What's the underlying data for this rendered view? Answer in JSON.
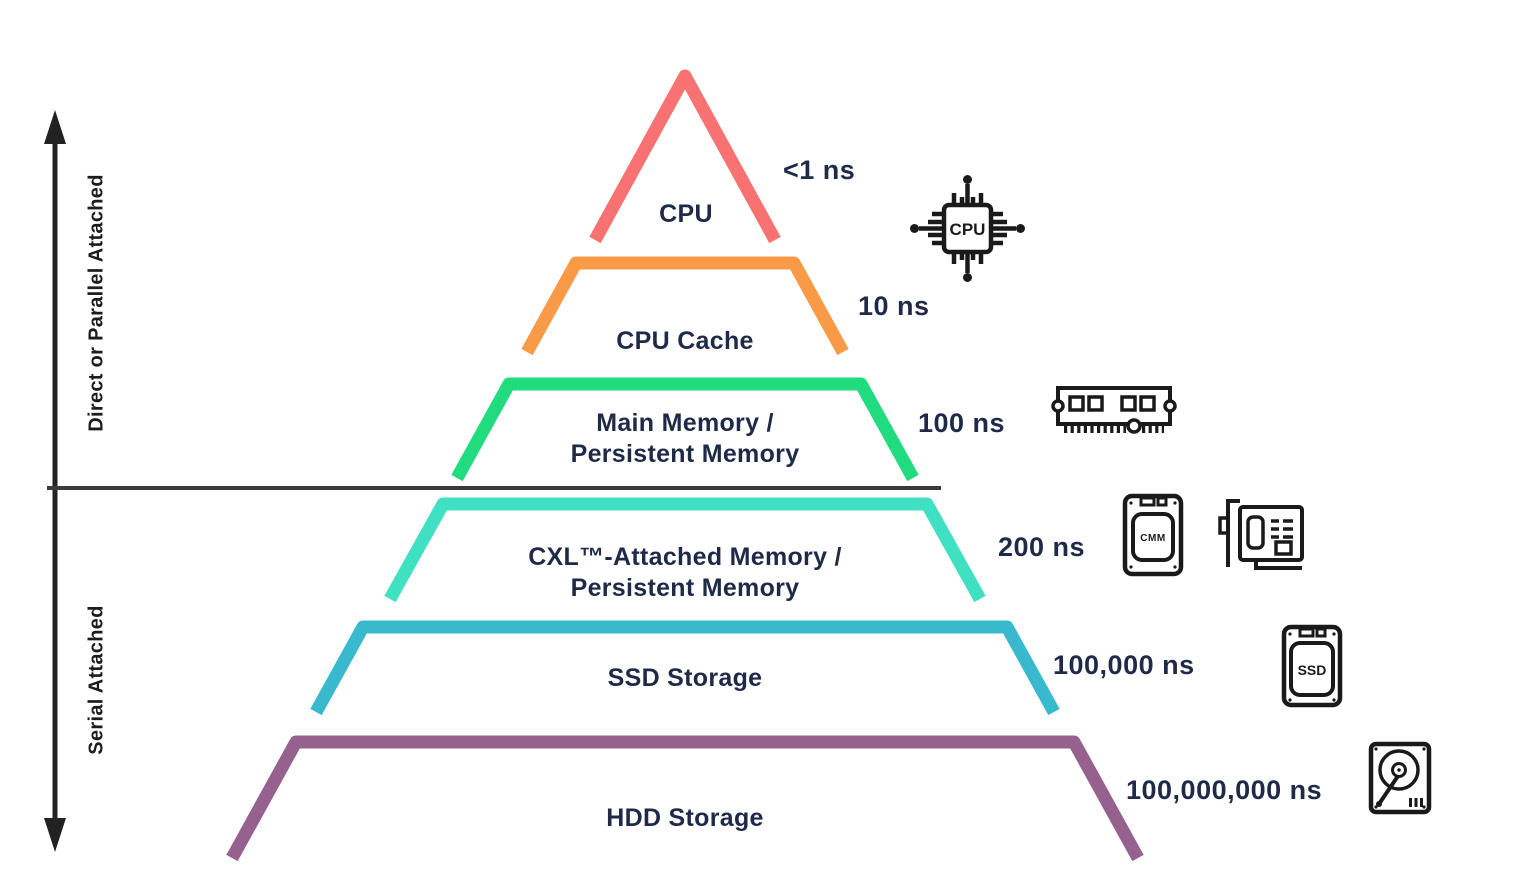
{
  "diagram": {
    "type": "memory-storage-hierarchy-pyramid",
    "axis": {
      "top_section_label": "Direct or Parallel Attached",
      "bottom_section_label": "Serial Attached"
    },
    "levels": [
      {
        "id": "cpu",
        "name_line1": "CPU",
        "name_line2": "",
        "latency": "<1 ns",
        "color": "#F97272"
      },
      {
        "id": "cpu-cache",
        "name_line1": "CPU Cache",
        "name_line2": "",
        "latency": "10 ns",
        "color": "#F99A47"
      },
      {
        "id": "main-memory",
        "name_line1": "Main Memory /",
        "name_line2": "Persistent Memory",
        "latency": "100 ns",
        "color": "#21DC7E"
      },
      {
        "id": "cxl-attached-memory",
        "name_line1": "CXL™-Attached Memory /",
        "name_line2": "Persistent Memory",
        "latency": "200 ns",
        "color": "#40E0C2"
      },
      {
        "id": "ssd-storage",
        "name_line1": "SSD Storage",
        "name_line2": "",
        "latency": "100,000 ns",
        "color": "#38B9CE"
      },
      {
        "id": "hdd-storage",
        "name_line1": "HDD Storage",
        "name_line2": "",
        "latency": "100,000,000 ns",
        "color": "#96618F"
      }
    ],
    "icons": {
      "cpu_chip_label": "CPU",
      "cmm_drive_label": "CMM",
      "ssd_drive_label": "SSD"
    },
    "palette": {
      "text": "#1E2A47",
      "ink": "#1a1a1a",
      "axis": "#222222",
      "divider": "#3a3a3a"
    }
  }
}
